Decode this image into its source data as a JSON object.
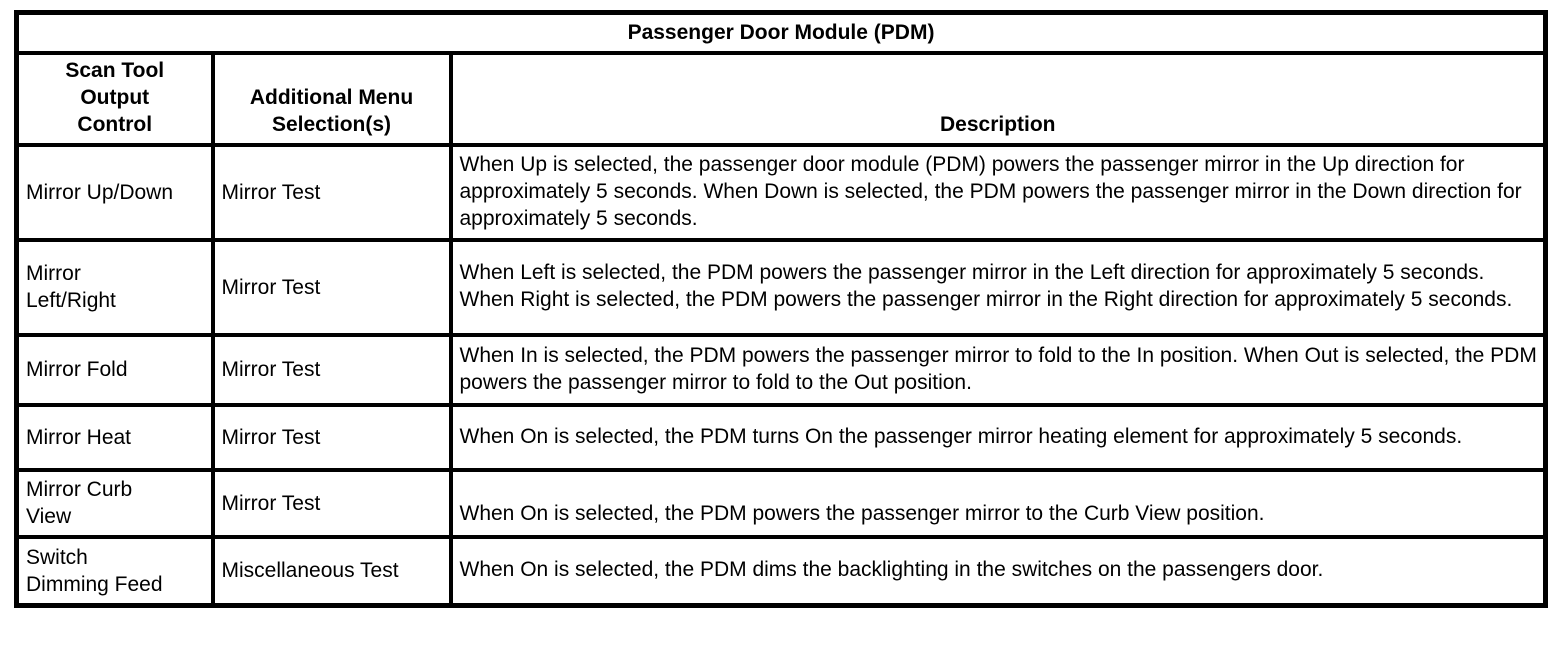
{
  "table": {
    "title": "Passenger Door Module (PDM)",
    "headers": {
      "control": "Scan Tool\nOutput\nControl",
      "menu": "Additional Menu\nSelection(s)",
      "description": "Description"
    },
    "rows": [
      {
        "control": "Mirror Up/Down",
        "menu": "Mirror Test",
        "description": "When Up is selected, the passenger door module (PDM) powers the passenger mirror in the Up direction for approximately 5 seconds. When Down is selected, the PDM powers the passenger mirror in the Down direction for approximately 5 seconds."
      },
      {
        "control": "Mirror\nLeft/Right",
        "menu": "Mirror Test",
        "description": "When Left is selected, the PDM powers the passenger mirror in the Left direction for approximately 5 seconds. When Right is selected, the PDM powers the passenger mirror in the Right direction for approximately 5 seconds."
      },
      {
        "control": "Mirror Fold",
        "menu": "Mirror Test",
        "description": "When In is selected, the PDM powers the passenger mirror to fold to the In position. When Out is selected, the PDM powers the passenger mirror to fold to the Out position."
      },
      {
        "control": "Mirror Heat",
        "menu": "Mirror Test",
        "description": "When On is selected, the PDM turns On the passenger mirror heating element for approximately 5 seconds."
      },
      {
        "control": "Mirror Curb\nView",
        "menu": "Mirror Test",
        "description": "When On is selected, the PDM powers the passenger mirror to the Curb View position."
      },
      {
        "control": "Switch\nDimming Feed",
        "menu": "Miscellaneous Test",
        "description": "When On is selected, the PDM dims the backlighting in the switches on the passengers door."
      }
    ],
    "colors": {
      "border": "#000000",
      "background": "#ffffff",
      "text": "#000000"
    }
  }
}
